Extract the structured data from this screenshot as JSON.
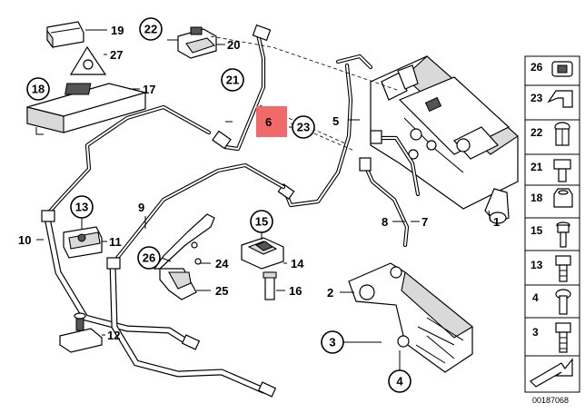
{
  "callouts": {
    "c1": "1",
    "c2": "2",
    "c3": "3",
    "c4": "4",
    "c5": "5",
    "c6": "6",
    "c7": "7",
    "c8": "8",
    "c9": "9",
    "c10": "10",
    "c11": "11",
    "c12": "12",
    "c13": "13",
    "c14": "14",
    "c15": "15",
    "c16": "16",
    "c17": "17",
    "c18": "18",
    "c19": "19",
    "c20": "20",
    "c21": "21",
    "c22": "22",
    "c23": "23",
    "c24": "24",
    "c25": "25",
    "c26": "26",
    "c27": "27"
  },
  "highlight": {
    "label": "6",
    "color": "#f06a6a"
  },
  "side_panel": {
    "items": [
      {
        "label": "26",
        "icon": "clip-icon"
      },
      {
        "label": "23",
        "icon": "bracket-clip-icon"
      },
      {
        "label": "22",
        "icon": "cap-nut-icon"
      },
      {
        "label": "21",
        "icon": "hex-bolt-icon"
      },
      {
        "label": "18",
        "icon": "hex-nut-icon"
      },
      {
        "label": "15",
        "icon": "stud-bolt-icon"
      },
      {
        "label": "13",
        "icon": "flange-bolt-icon"
      },
      {
        "label": "4",
        "icon": "long-bolt-icon"
      },
      {
        "label": "3",
        "icon": "screw-icon"
      }
    ]
  },
  "catalog_number": "00187068"
}
